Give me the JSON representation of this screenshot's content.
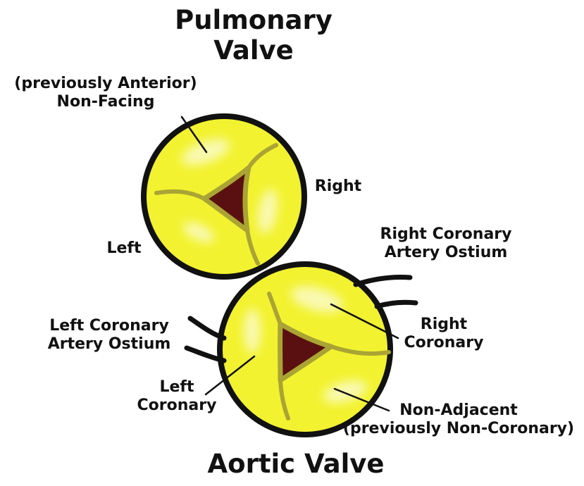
{
  "pulmonary": {
    "title_line1": "Pulmonary",
    "title_line2": "Valve",
    "nonfacing_line1": "(previously Anterior)",
    "nonfacing_line2": "Non-Facing",
    "right": "Right",
    "left": "Left"
  },
  "aortic": {
    "title": "Aortic Valve",
    "right_ostium_line1": "Right Coronary",
    "right_ostium_line2": "Artery Ostium",
    "left_ostium_line1": "Left Coronary",
    "left_ostium_line2": "Artery Ostium",
    "right_coronary_line1": "Right",
    "right_coronary_line2": "Coronary",
    "left_coronary_line1": "Left",
    "left_coronary_line2": "Coronary",
    "nonadjacent_line1": "Non-Adjacent",
    "nonadjacent_line2": "(previously Non-Coronary)"
  },
  "colors": {
    "leaflet": "#f2f230",
    "leaflet_highlight": "#fbfbc8",
    "commissure": "#a9a434",
    "orifice": "#5a1010",
    "outline": "#111111"
  }
}
